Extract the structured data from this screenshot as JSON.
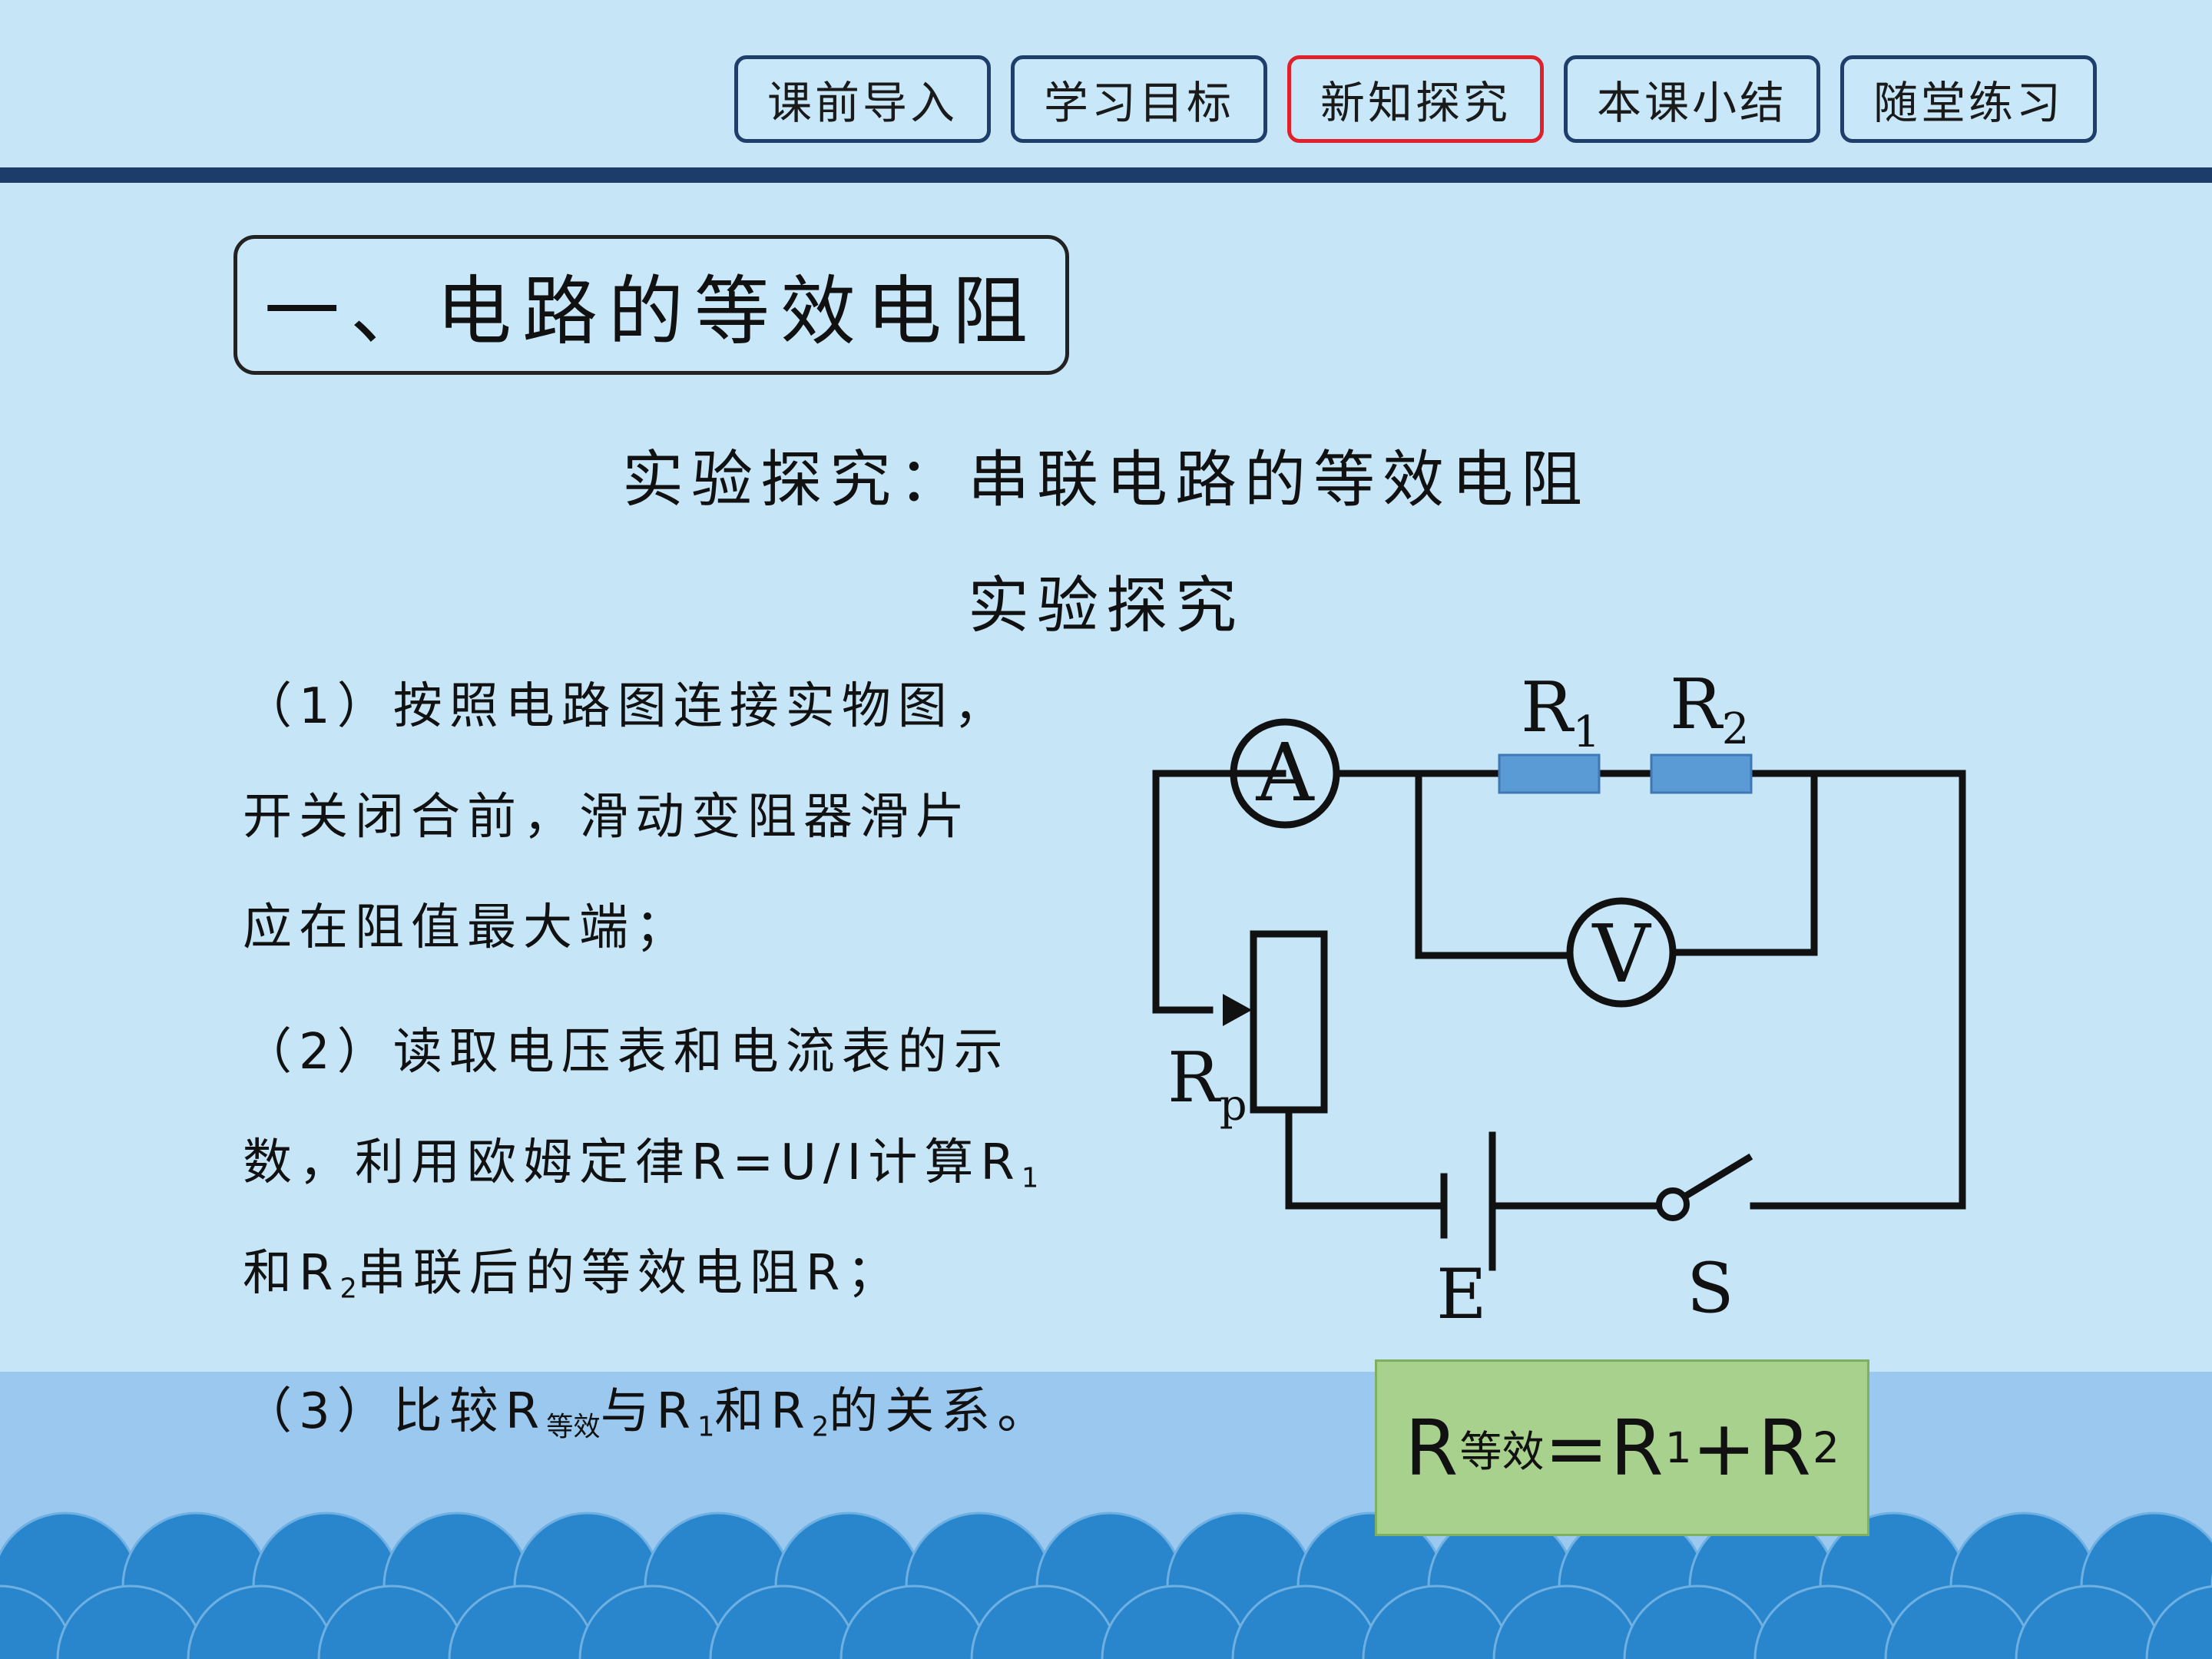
{
  "nav": {
    "items": [
      {
        "label": "课前导入",
        "active": false
      },
      {
        "label": "学习目标",
        "active": false
      },
      {
        "label": "新知探究",
        "active": true
      },
      {
        "label": "本课小结",
        "active": false
      },
      {
        "label": "随堂练习",
        "active": false
      }
    ],
    "active_color": "#e0202a"
  },
  "section_title": "一、电路的等效电阻",
  "subtitle": "实验探究：串联电路的等效电阻",
  "subtitle2": "实验探究",
  "steps": {
    "s1": {
      "l1": "（1）按照电路图连接实物图，",
      "l2": "开关闭合前，滑动变阻器滑片",
      "l3": "应在阻值最大端；"
    },
    "s2": {
      "l1": "（2）读取电压表和电流表的示",
      "l2a": "数，利用欧姆定律R=U/I计算R",
      "l2b": "1",
      "l3a": "和R",
      "l3b": "2",
      "l3c": "串联后的等效电阻R；"
    },
    "s3": {
      "a": "（3）比较R",
      "b": "等效",
      "c": "与R",
      "d": "1",
      "e": "和R",
      "f": "2",
      "g": "的关系。"
    }
  },
  "formula": {
    "r": "R",
    "sub": "等效",
    "mid": "=R",
    "sub1": "1",
    "plus": "+R",
    "sub2": "2"
  },
  "circuit": {
    "ammeter": "A",
    "voltmeter": "V",
    "r1": "R",
    "r1_sub": "1",
    "r2": "R",
    "r2_sub": "2",
    "rp": "R",
    "rp_sub": "p",
    "battery": "E",
    "switch": "S",
    "resistor_color": "#5b9bd5"
  },
  "colors": {
    "background": "#c6e6f8",
    "nav_bar": "#1c3d69",
    "band": "#9bc8ee",
    "waves": "#2a86cc",
    "formula_bg": "#a9d18e"
  }
}
